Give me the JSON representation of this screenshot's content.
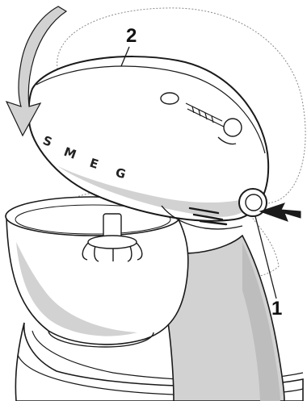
{
  "diagram": {
    "callouts": [
      {
        "label": "1",
        "target": "head-release-button"
      },
      {
        "label": "2",
        "target": "mixer-head"
      }
    ],
    "brand_letters": [
      "S",
      "M",
      "E",
      "G"
    ],
    "arrows": [
      {
        "name": "head-lowering-arrow",
        "direction": "downward-curved"
      },
      {
        "name": "press-button-arrow",
        "direction": "left"
      }
    ],
    "colors": {
      "outline": "#1a1a1a",
      "body_fill": "#ffffff",
      "shade": "#d2d2d2",
      "dark_shade": "#bdbdbd",
      "dashed_outline": "#8a8a8a"
    }
  }
}
